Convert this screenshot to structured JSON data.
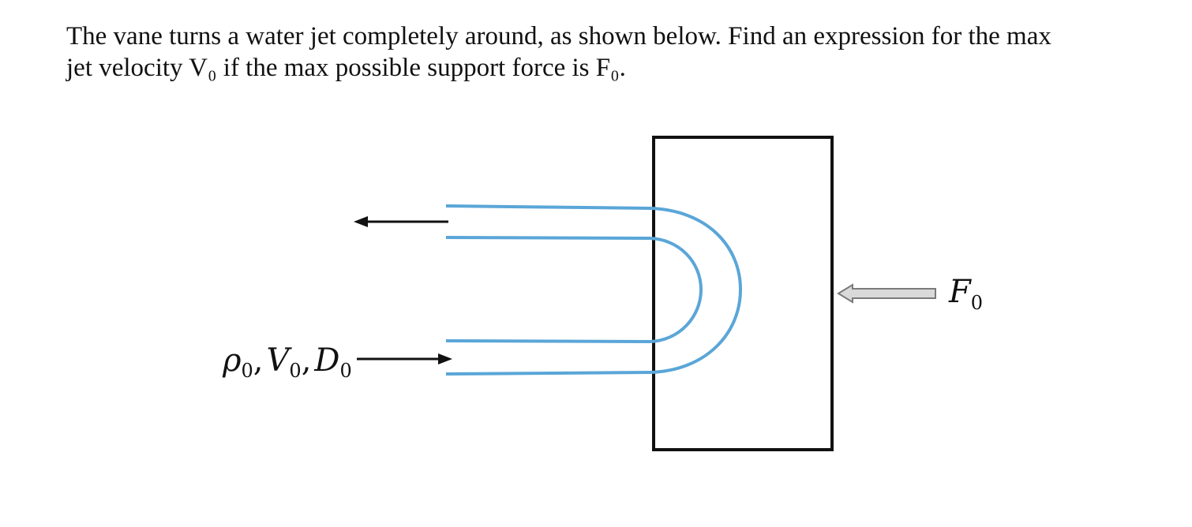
{
  "problem": {
    "line1": "The vane turns a water jet completely around, as shown below.  Find an expression for the max",
    "line2": "jet velocity V₀ if the max possible support force is F₀."
  },
  "diagram": {
    "inlet_label": {
      "rho": "ρ",
      "rho_sub": "0",
      "v": "V",
      "v_sub": "0",
      "d": "D",
      "d_sub": "0",
      "sep": ","
    },
    "force_label": {
      "main": "F",
      "sub": "0"
    },
    "colors": {
      "jet": "#5aa6d8",
      "vane": "#111111",
      "force_arrow_fill": "#d9d9d9",
      "force_arrow_stroke": "#7a7a7a"
    }
  }
}
